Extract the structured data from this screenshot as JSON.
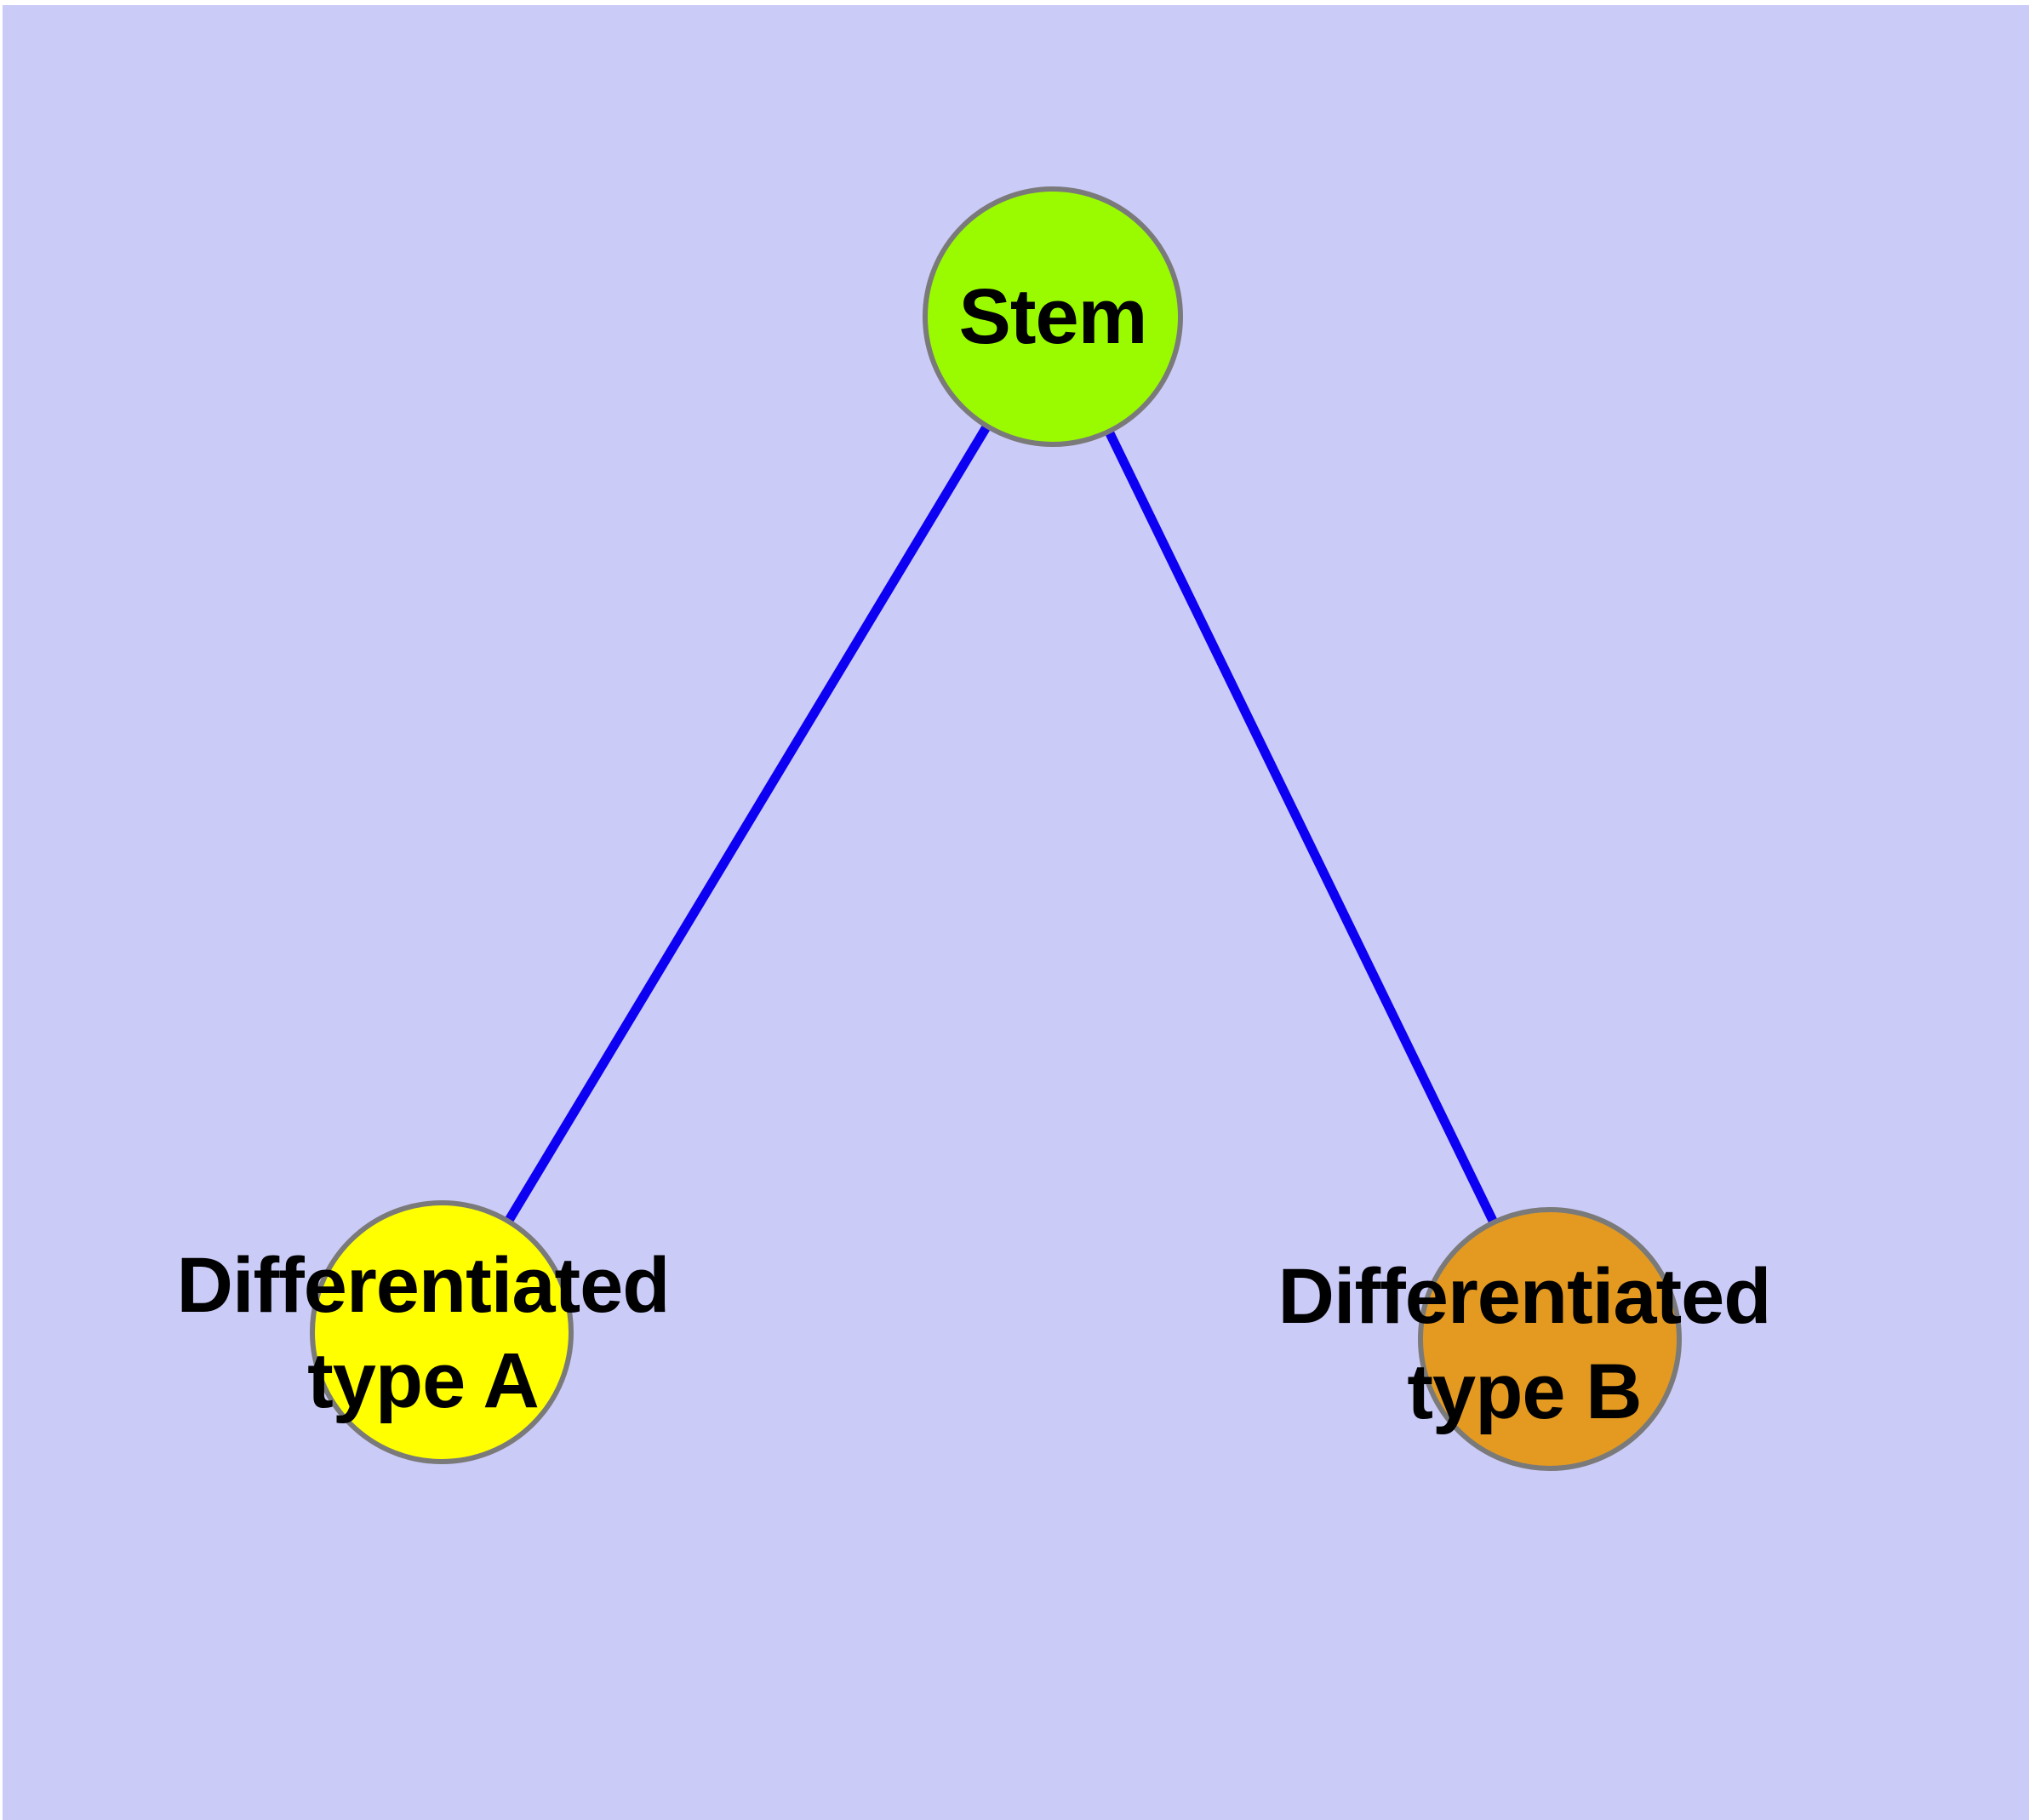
{
  "diagram": {
    "colors": {
      "page_margin": "#FFFFFF",
      "background": "#CBCBF7",
      "edge": "#0D00F2",
      "node_border": "#7A7A7A",
      "label_text": "#000000"
    },
    "nodes": [
      {
        "id": "stem",
        "label": "Stem",
        "fill": "#9AFB00"
      },
      {
        "id": "diff-a",
        "label": "Differentiated\ntype A",
        "fill": "#FFFF00"
      },
      {
        "id": "diff-b",
        "label": "Differentiated\ntype B",
        "fill": "#E49A21"
      }
    ],
    "edges": [
      {
        "from": "stem",
        "to": "diff-a"
      },
      {
        "from": "stem",
        "to": "diff-b"
      }
    ]
  }
}
